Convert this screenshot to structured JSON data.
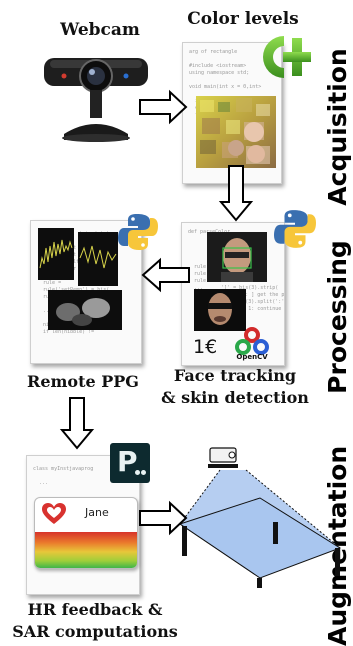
{
  "labels": {
    "webcam": "Webcam",
    "color_levels": "Color levels",
    "remote_ppg": "Remote PPG",
    "face_tracking_1": "Face tracking",
    "face_tracking_2": "& skin detection",
    "hr_feedback_1": "HR feedback &",
    "hr_feedback_2": "SAR computations"
  },
  "stages": {
    "acquisition": "Acquisition",
    "processing": "Processing",
    "augmentation": "Augmentation"
  },
  "app": {
    "user_name": "Jane"
  },
  "logos": {
    "opencv_text": "OpenCV",
    "price_text": "1€",
    "processing_letter": "P"
  },
  "colors": {
    "cpp_logo": "#5cb82c",
    "python_blue": "#3a6fb0",
    "python_yellow": "#f7c63a",
    "heart": "#d8322f",
    "projection_surface": "#a9c6ef",
    "arrow": "#000000"
  }
}
